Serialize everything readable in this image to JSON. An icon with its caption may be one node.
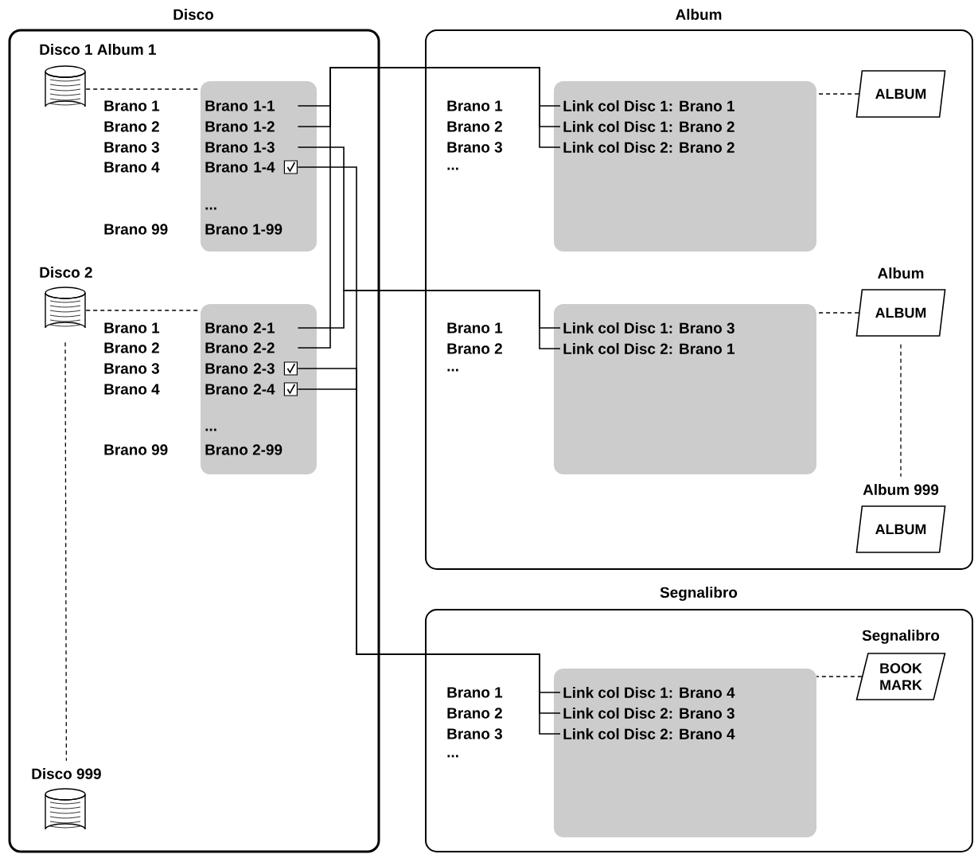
{
  "diagram": {
    "nodes": [
      {
        "text": [
          "Disco"
        ]
      },
      {
        "text": [
          "Disco 1 Album 1"
        ],
        "in": 0
      },
      {
        "text": [],
        "shape": "box",
        "in": 0
      },
      {
        "text": [
          "Brano 1-1"
        ],
        "in": 2
      },
      {
        "text": [
          "Brano 1-2"
        ],
        "in": 2
      },
      {
        "text": [
          "Brano 1-3"
        ],
        "in": 2
      },
      {
        "text": [
          "Brano 1-4"
        ],
        "in": 2
      },
      {
        "text": [
          "Disco 2"
        ],
        "in": 0
      },
      {
        "text": [],
        "shape": "box",
        "in": 0
      },
      {
        "text": [
          "Brano 2-1"
        ],
        "in": 8
      },
      {
        "text": [
          "Brano 2-2"
        ],
        "in": 8
      },
      {
        "text": [
          "Brano 2-3"
        ],
        "in": 8
      },
      {
        "text": [
          "Brano 2-4"
        ],
        "in": 8
      },
      {
        "text": [
          "Disco 999"
        ],
        "in": 0
      },
      {
        "text": [
          "Album"
        ]
      },
      {
        "text": [],
        "shape": "box",
        "in": 14
      },
      {
        "text": [
          "Link col Disc 1: Brano 1"
        ],
        "in": 15
      },
      {
        "text": [
          "Link col Disc 1: Brano 2"
        ],
        "in": 15
      },
      {
        "text": [
          "Link col Disc 2: Brano 2"
        ],
        "in": 15
      },
      {
        "text": [
          "ALBUM"
        ],
        "in": 14
      },
      {
        "text": [],
        "shape": "box",
        "in": 14
      },
      {
        "text": [
          "Link col Disc 1: Brano 3"
        ],
        "in": 20
      },
      {
        "text": [
          "Link col Disc 2: Brano 1"
        ],
        "in": 20
      },
      {
        "text": [
          "Album",
          "ALBUM"
        ],
        "in": 14
      },
      {
        "text": [
          "Album 999",
          "ALBUM"
        ],
        "in": 14
      },
      {
        "text": [
          "Segnalibro"
        ]
      },
      {
        "text": [],
        "shape": "box",
        "in": 25
      },
      {
        "text": [
          "Link col Disc 1: Brano 4"
        ],
        "in": 26
      },
      {
        "text": [
          "Link col Disc 2: Brano 3"
        ],
        "in": 26
      },
      {
        "text": [
          "Link col Disc 2: Brano 4"
        ],
        "in": 26
      },
      {
        "text": [
          "Segnalibro",
          "BOOK MARK"
        ],
        "in": 25
      }
    ],
    "edges": [
      {
        "from": 1,
        "to": 2,
        "arrow": "none",
        "style": "dashed"
      },
      {
        "from": 7,
        "to": 8,
        "arrow": "none",
        "style": "dashed"
      },
      {
        "from": 7,
        "to": 13,
        "arrow": "none",
        "style": "dashed"
      },
      {
        "from": 3,
        "to": 16,
        "arrow": "none"
      },
      {
        "from": 4,
        "to": 17,
        "arrow": "none"
      },
      {
        "from": 10,
        "to": 18,
        "arrow": "none"
      },
      {
        "from": 5,
        "to": 21,
        "arrow": "none"
      },
      {
        "from": 9,
        "to": 22,
        "arrow": "none"
      },
      {
        "from": 6,
        "to": 27,
        "arrow": "none"
      },
      {
        "from": 11,
        "to": 28,
        "arrow": "none"
      },
      {
        "from": 12,
        "to": 29,
        "arrow": "none"
      },
      {
        "from": 19,
        "to": 15,
        "arrow": "none",
        "style": "dashed"
      },
      {
        "from": 23,
        "to": 20,
        "arrow": "none",
        "style": "dashed"
      },
      {
        "from": 23,
        "to": 24,
        "arrow": "none",
        "style": "dashed"
      },
      {
        "from": 30,
        "to": 26,
        "arrow": "none",
        "style": "dashed"
      }
    ],
    "labels": [
      "Brano 1",
      "Brano 2",
      "Brano 3",
      "Brano 4",
      "...",
      "Brano 99",
      "Brano 1-99",
      "Brano 1",
      "Brano 2",
      "Brano 3",
      "Brano 4",
      "...",
      "Brano 99",
      "Brano 2-99",
      "Brano 1",
      "Brano 2",
      "Brano 3",
      "...",
      "Brano 1",
      "Brano 2",
      "...",
      "Brano 1",
      "Brano 2",
      "Brano 3",
      "..."
    ]
  }
}
